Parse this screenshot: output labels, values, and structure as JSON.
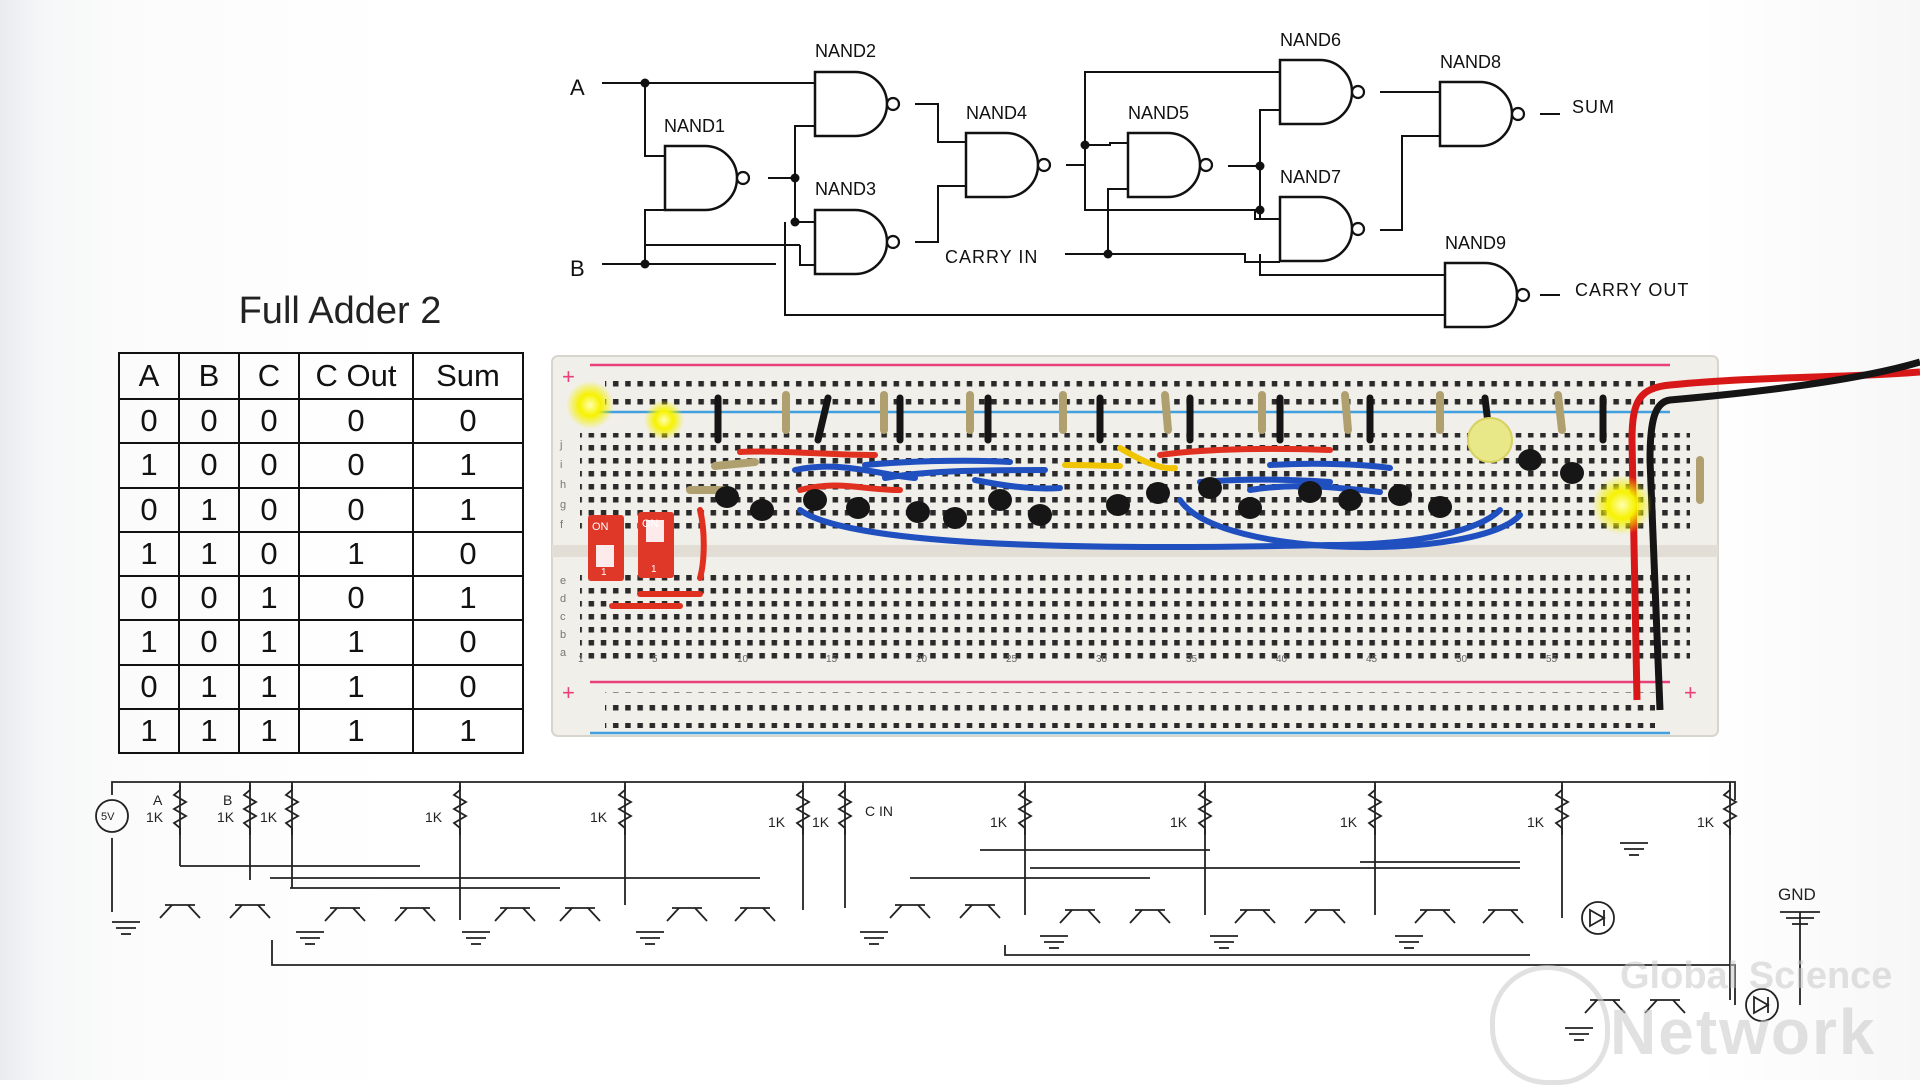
{
  "gate_diagram": {
    "inputs": {
      "a": "A",
      "b": "B",
      "carry_in": "CARRY IN"
    },
    "outputs": {
      "sum": "SUM",
      "carry_out": "CARRY OUT"
    },
    "gates": [
      "NAND1",
      "NAND2",
      "NAND3",
      "NAND4",
      "NAND5",
      "NAND6",
      "NAND7",
      "NAND8",
      "NAND9"
    ]
  },
  "truth_table": {
    "title": "Full Adder 2",
    "headers": [
      "A",
      "B",
      "C",
      "C Out",
      "Sum"
    ],
    "rows": [
      [
        "0",
        "0",
        "0",
        "0",
        "0"
      ],
      [
        "1",
        "0",
        "0",
        "0",
        "1"
      ],
      [
        "0",
        "1",
        "0",
        "0",
        "1"
      ],
      [
        "1",
        "1",
        "0",
        "1",
        "0"
      ],
      [
        "0",
        "0",
        "1",
        "0",
        "1"
      ],
      [
        "1",
        "0",
        "1",
        "1",
        "0"
      ],
      [
        "0",
        "1",
        "1",
        "1",
        "0"
      ],
      [
        "1",
        "1",
        "1",
        "1",
        "1"
      ]
    ]
  },
  "breadboard": {
    "row_labels_top": [
      "j",
      "i",
      "h",
      "g",
      "f"
    ],
    "row_labels_bottom": [
      "e",
      "d",
      "c",
      "b",
      "a"
    ],
    "column_numbers": [
      "1",
      "5",
      "10",
      "15",
      "20",
      "25",
      "30",
      "35",
      "40",
      "45",
      "50",
      "55"
    ],
    "plus": "+",
    "switch_label": "ON",
    "switch_digit": "1"
  },
  "schematic": {
    "supply": "5V",
    "ground": "GND",
    "input_labels": {
      "a": "A",
      "b": "B",
      "c": "C IN"
    },
    "resistor_label": "1K"
  },
  "watermark": {
    "line1": "Global Science",
    "line2": "Network"
  },
  "colors": {
    "wire_red": "#e03020",
    "wire_blue": "#2050c0",
    "wire_yellow": "#f0c400",
    "wire_black": "#151515",
    "led_yellow": "#f4f000",
    "rail_red": "#e8407a",
    "rail_blue": "#40a0e0"
  }
}
